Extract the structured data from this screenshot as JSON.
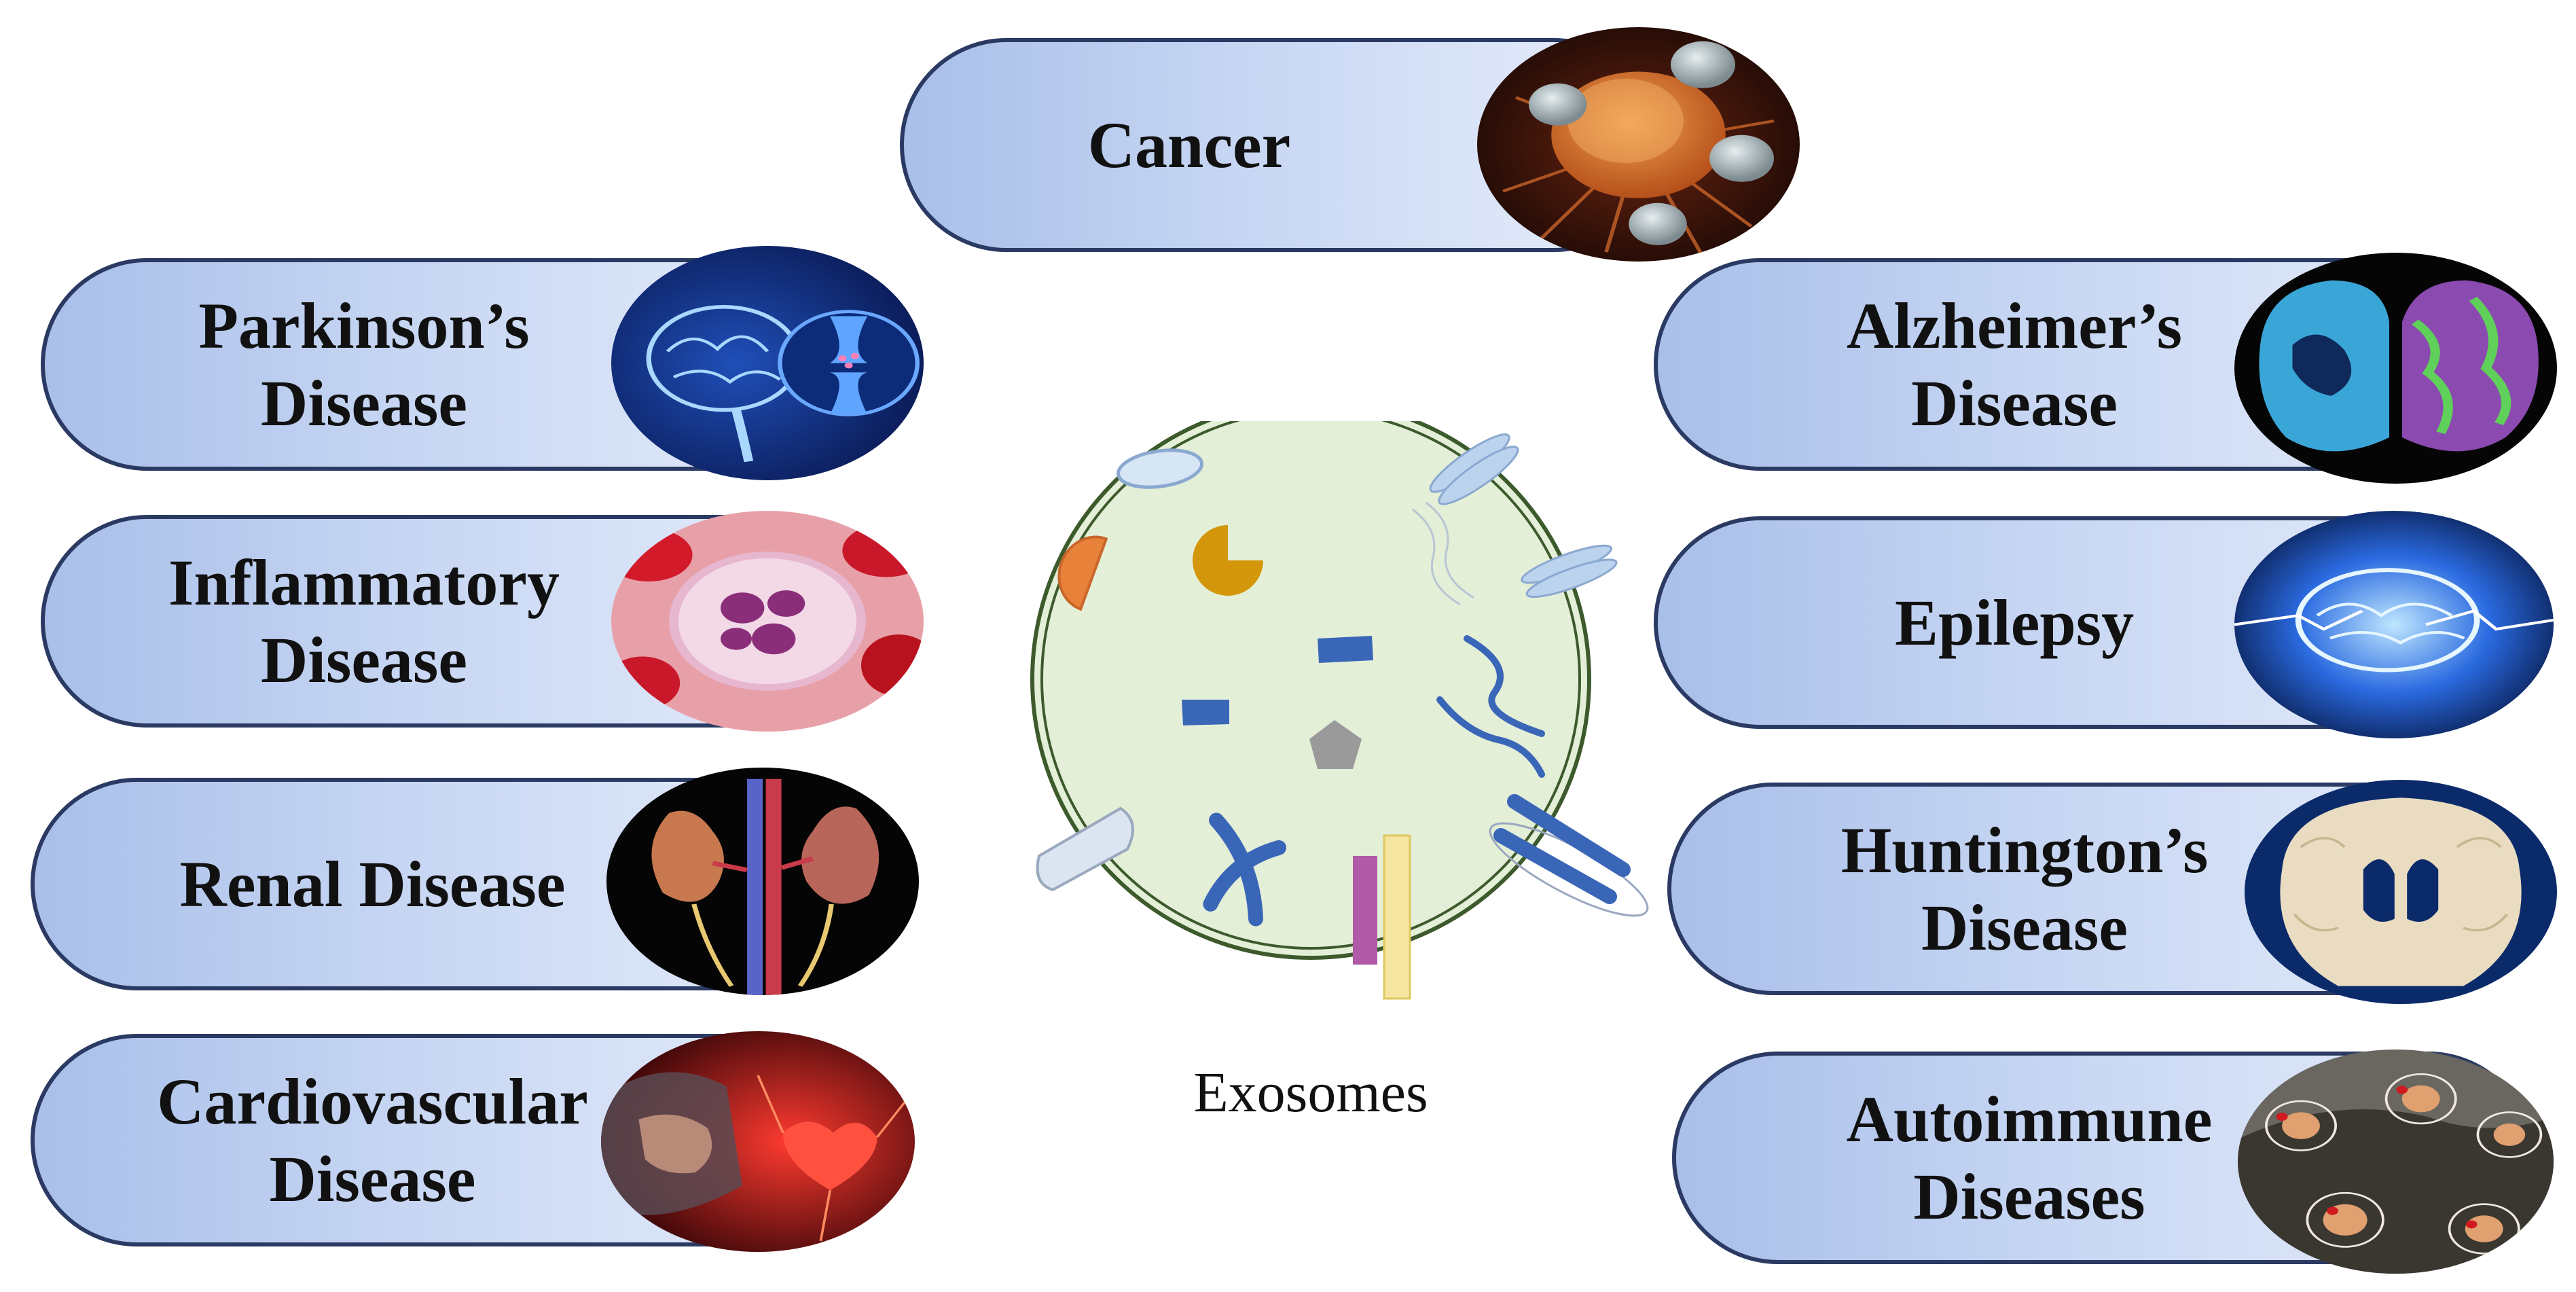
{
  "center": {
    "label": "Exosomes"
  },
  "diseases": {
    "cancer": [
      "Cancer"
    ],
    "parkinsons": [
      "Parkinson’s",
      "Disease"
    ],
    "inflammatory": [
      "Inflammatory",
      "Disease"
    ],
    "renal": [
      "Renal Disease"
    ],
    "cardiovascular": [
      "Cardiovascular",
      "Disease"
    ],
    "alzheimers": [
      "Alzheimer’s",
      "Disease"
    ],
    "epilepsy": [
      "Epilepsy"
    ],
    "huntingtons": [
      "Huntington’s",
      "Disease"
    ],
    "autoimmune": [
      "Autoimmune",
      "Diseases"
    ]
  },
  "colors": {
    "pill_border": "#2b3a63",
    "pill_gradient": [
      "#a9bfe9",
      "#e8eefb"
    ],
    "exosome_fill": "#e4efd8",
    "exosome_membrane": "#3d5a2c"
  }
}
